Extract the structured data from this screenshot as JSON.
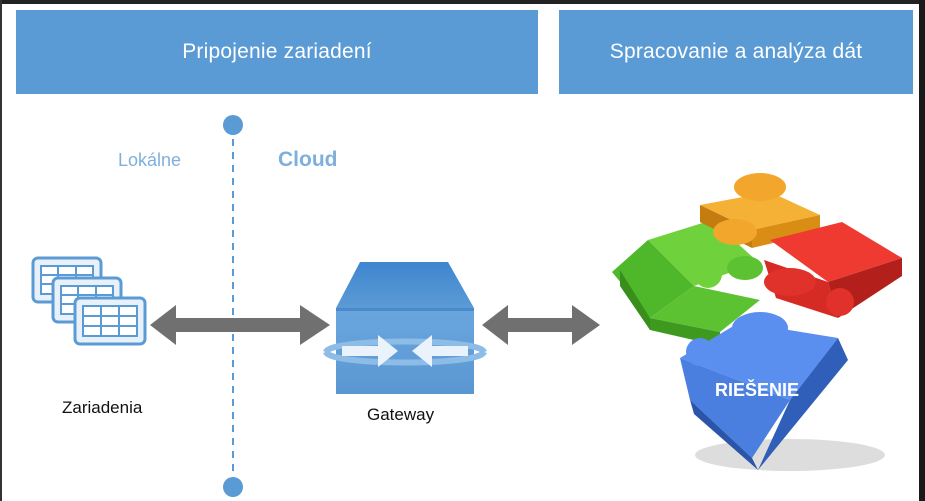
{
  "headers": {
    "connection": "Pripojenie zariadení",
    "processing": "Spracovanie a analýza dát"
  },
  "zones": {
    "local": "Lokálne",
    "cloud": "Cloud"
  },
  "nodes": {
    "devices": "Zariadenia",
    "gateway": "Gateway",
    "solution": "RIEŠENIE"
  },
  "colors": {
    "header_blue": "#5b9bd5",
    "zone_text": "#7fb0dc",
    "arrow_gray": "#707070",
    "puzzle_green": "#5cc231",
    "puzzle_yellow": "#f2a62b",
    "puzzle_red": "#e0312b",
    "puzzle_blue": "#4a7fe0"
  }
}
